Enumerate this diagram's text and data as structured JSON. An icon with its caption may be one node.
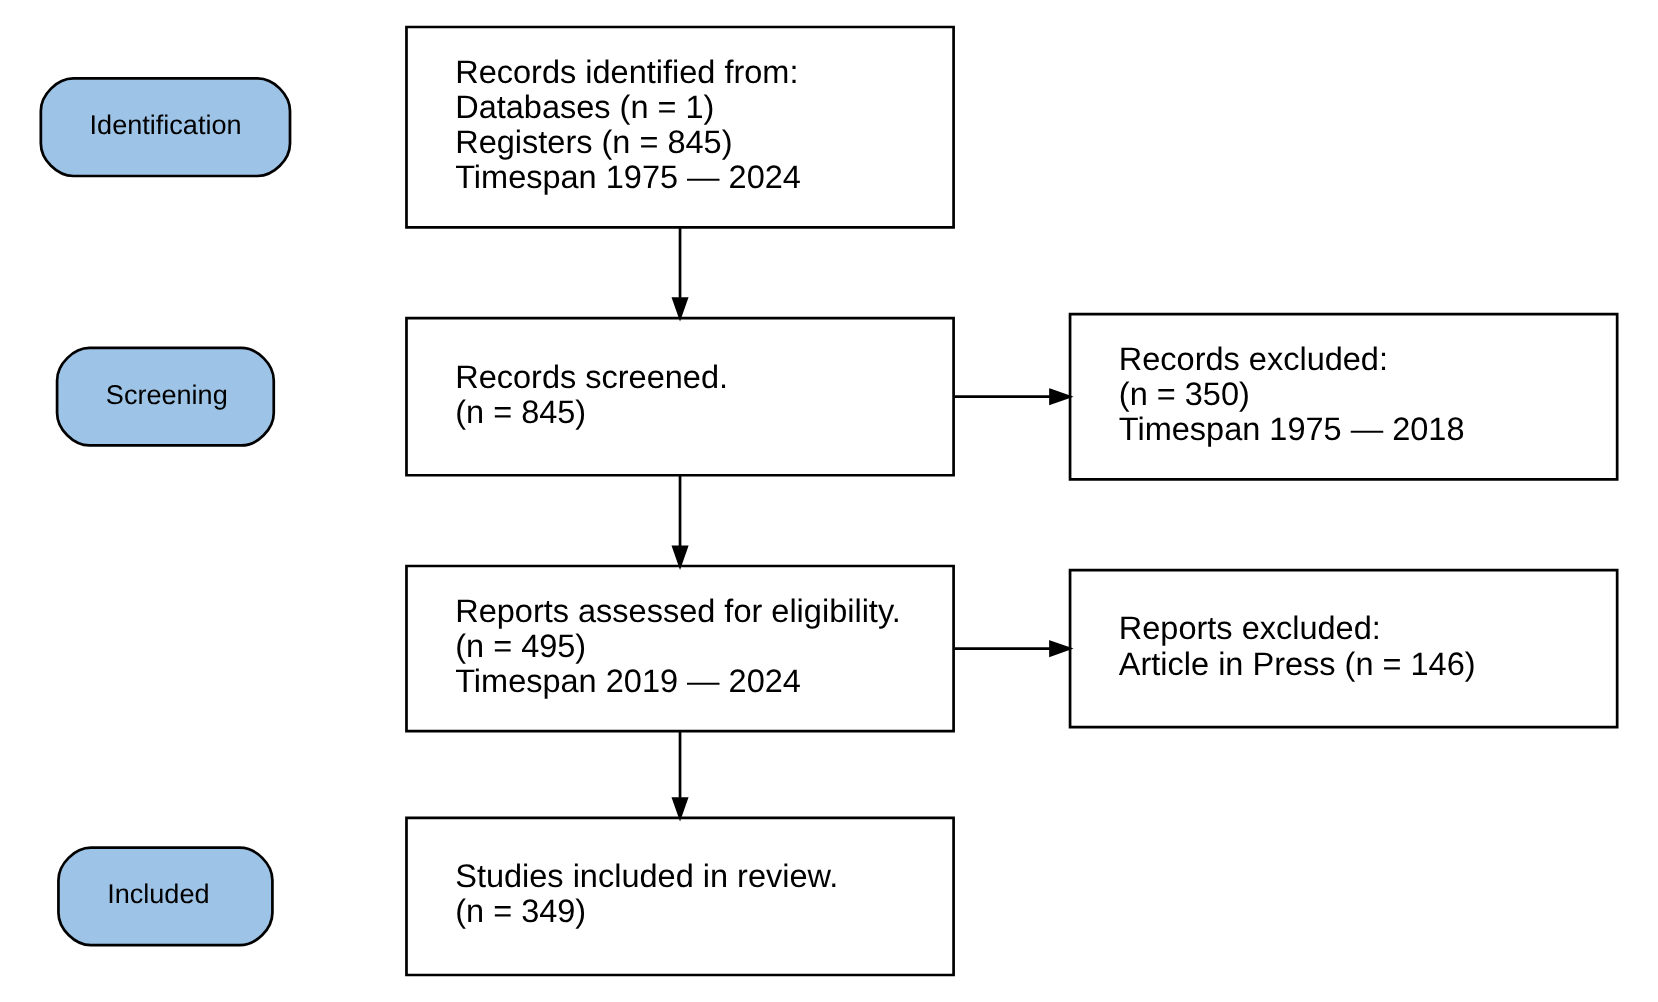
{
  "diagram": {
    "nodes": [
      {
        "text": [
          "Identification"
        ]
      },
      {
        "text": [
          "Screening"
        ]
      },
      {
        "text": [
          "Included"
        ]
      },
      {
        "text": [
          "Records identified from:",
          "Databases (n = 1)",
          "Registers (n = 845)",
          "Timespan 1975 — 2024"
        ]
      },
      {
        "text": [
          "Records screened.",
          "(n = 845)"
        ]
      },
      {
        "text": [
          "Records excluded:",
          "(n = 350)",
          "Timespan 1975 — 2018"
        ]
      },
      {
        "text": [
          "Reports assessed for eligibility.",
          "(n = 495)",
          "Timespan 2019 — 2024"
        ]
      },
      {
        "text": [
          "Reports excluded:",
          "Article in Press (n = 146)"
        ]
      },
      {
        "text": [
          "Studies included in review.",
          "(n = 349)"
        ]
      }
    ],
    "edges": [
      {
        "from": 3,
        "to": 4,
        "arrow": "to"
      },
      {
        "from": 4,
        "to": 5,
        "arrow": "to"
      },
      {
        "from": 4,
        "to": 6,
        "arrow": "to"
      },
      {
        "from": 6,
        "to": 7,
        "arrow": "to"
      },
      {
        "from": 6,
        "to": 8,
        "arrow": "to"
      }
    ]
  }
}
